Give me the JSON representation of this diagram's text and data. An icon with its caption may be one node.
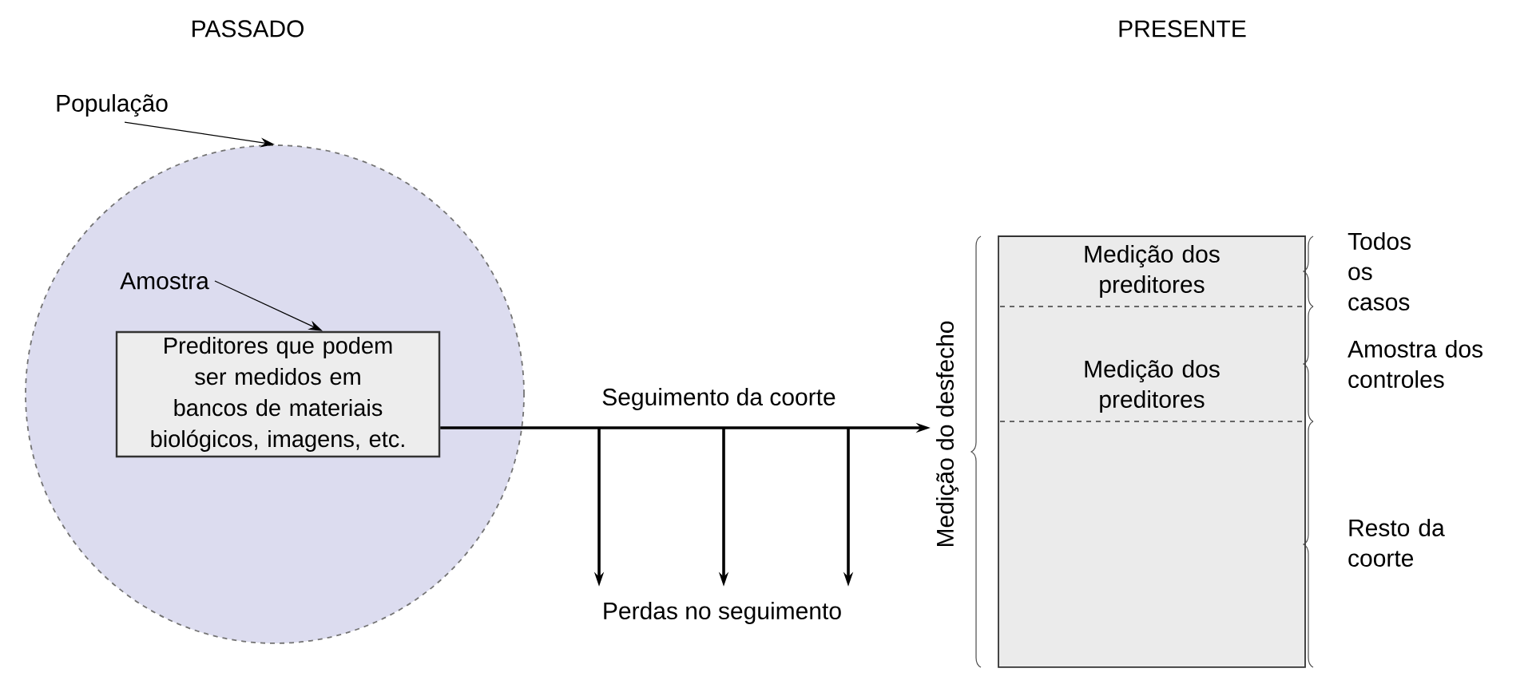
{
  "diagram": {
    "nodes": [
      {
        "text": [
          "População"
        ]
      },
      {
        "text": [],
        "shape": "circle"
      },
      {
        "text": [
          "Amostra"
        ],
        "in": 1
      },
      {
        "text": [
          "Preditores que podem ser medidos em bancos de materiais biológicos, imagens, etc."
        ],
        "in": 1
      },
      {
        "text": [],
        "shape": "box"
      },
      {
        "text": [
          "Medição dos preditores"
        ],
        "in": 4
      },
      {
        "text": [
          "Medição dos preditores"
        ],
        "in": 4
      },
      {
        "text": [
          "Medição do desfecho"
        ]
      },
      {
        "text": [
          "Perdas no seguimento"
        ]
      }
    ],
    "edges": [
      {
        "from": 0,
        "to": 1,
        "arrow": "to"
      },
      {
        "from": 2,
        "to": 3,
        "arrow": "to"
      },
      {
        "from": 3,
        "to": 7,
        "arrow": "to",
        "label": "Seguimento da coorte"
      },
      {
        "from": null,
        "to": 8,
        "arrow": "to"
      },
      {
        "from": null,
        "to": 8,
        "arrow": "to"
      },
      {
        "from": null,
        "to": 8,
        "arrow": "to"
      }
    ],
    "labels": [
      "PASSADO",
      "PRESENTE",
      "Todos os casos",
      "Amostra dos controles",
      "Resto da coorte"
    ]
  }
}
